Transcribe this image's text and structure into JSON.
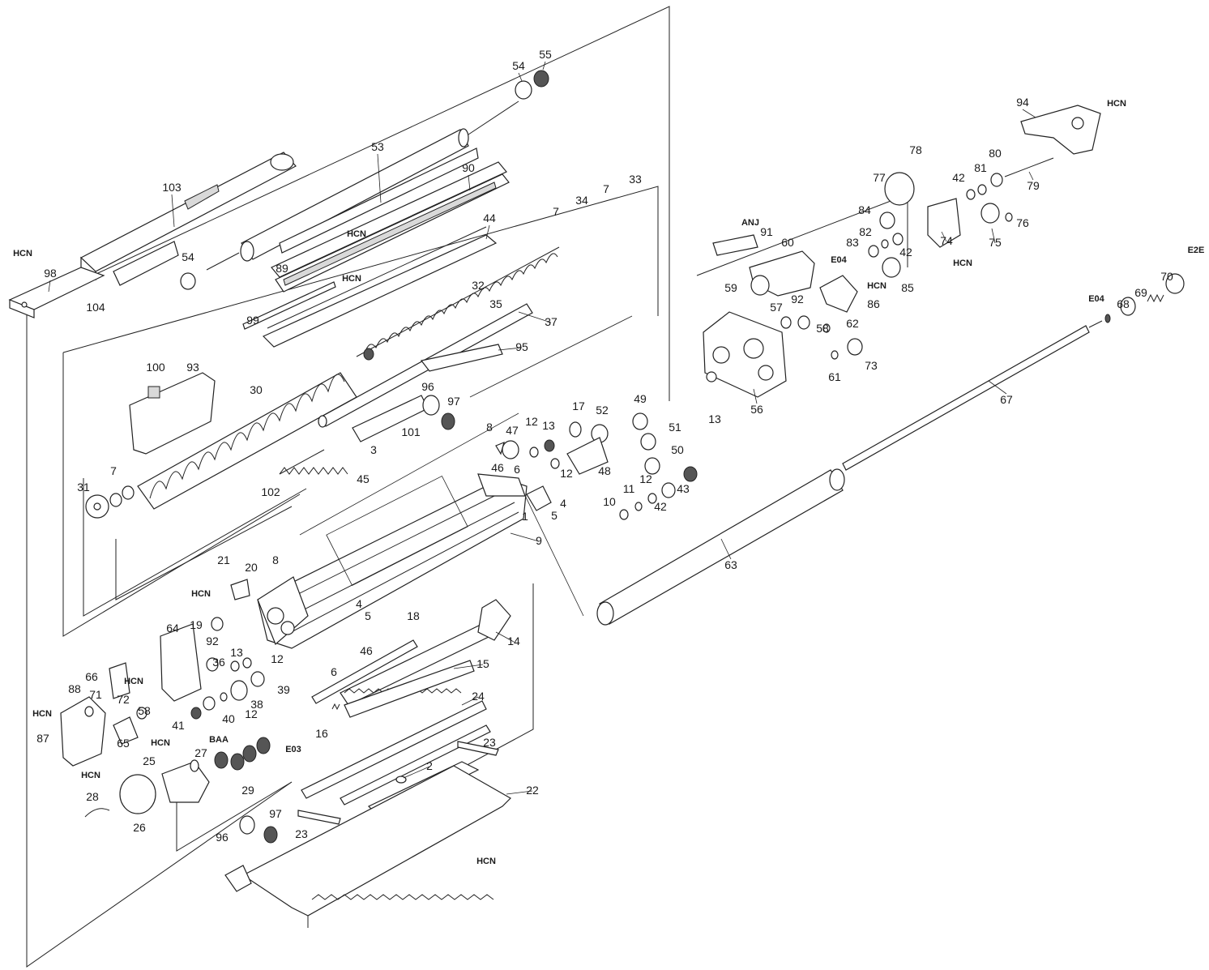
{
  "diagram": {
    "part_numbers": [
      "1",
      "2",
      "3",
      "4",
      "5",
      "6",
      "7",
      "8",
      "9",
      "10",
      "11",
      "12",
      "13",
      "14",
      "15",
      "16",
      "17",
      "18",
      "19",
      "20",
      "21",
      "22",
      "23",
      "24",
      "25",
      "26",
      "27",
      "28",
      "29",
      "30",
      "31",
      "32",
      "33",
      "34",
      "35",
      "36",
      "37",
      "38",
      "39",
      "40",
      "41",
      "42",
      "43",
      "44",
      "45",
      "46",
      "47",
      "48",
      "49",
      "50",
      "51",
      "52",
      "53",
      "54",
      "55",
      "56",
      "57",
      "58",
      "59",
      "60",
      "61",
      "62",
      "63",
      "64",
      "65",
      "66",
      "67",
      "68",
      "69",
      "70",
      "71",
      "72",
      "73",
      "74",
      "75",
      "76",
      "77",
      "78",
      "79",
      "80",
      "81",
      "82",
      "83",
      "84",
      "85",
      "86",
      "87",
      "88",
      "89",
      "90",
      "91",
      "92",
      "93",
      "94",
      "95",
      "96",
      "97",
      "98",
      "99",
      "100",
      "101",
      "102",
      "103",
      "104"
    ],
    "fastener_codes": [
      "HCN",
      "ANJ",
      "E04",
      "E2E",
      "BAA",
      "E03"
    ]
  }
}
